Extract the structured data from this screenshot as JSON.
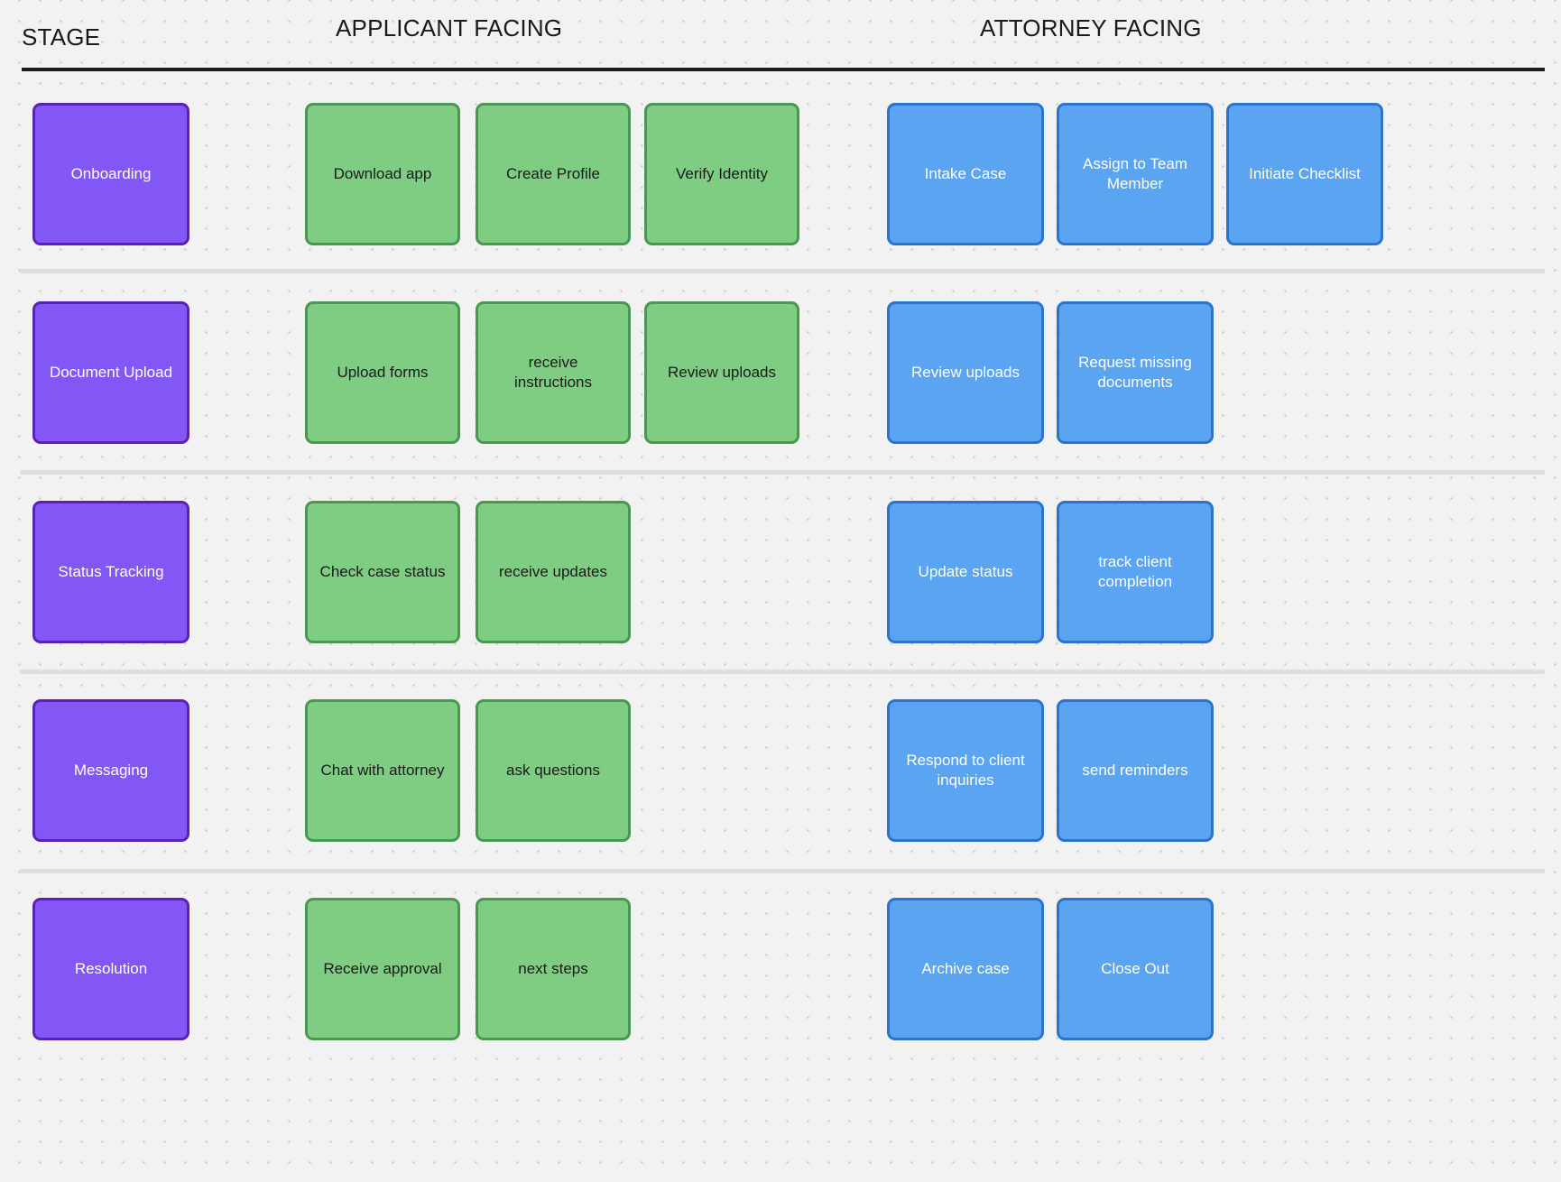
{
  "header": {
    "stage_label": "STAGE",
    "applicant_label": "APPLICANT FACING",
    "attorney_label": "ATTORNEY FACING"
  },
  "colors": {
    "background": "#f2f2f2",
    "grid_dot": "#c9c9c9",
    "header_rule": "#1a1a1a",
    "divider": "#dedede",
    "stage_fill": "#8257f5",
    "stage_border": "#5b21b6",
    "applicant_fill": "#7ecd83",
    "applicant_border": "#4a9850",
    "attorney_fill": "#5aa4f2",
    "attorney_border": "#2b74cc"
  },
  "rows": [
    {
      "stage": "Onboarding",
      "applicant": [
        "Download app",
        "Create Profile",
        "Verify Identity"
      ],
      "attorney": [
        "Intake Case",
        "Assign to Team Member",
        "Initiate Checklist"
      ]
    },
    {
      "stage": "Document Upload",
      "applicant": [
        "Upload forms",
        "receive instructions",
        "Review uploads"
      ],
      "attorney": [
        "Review uploads",
        "Request missing documents"
      ]
    },
    {
      "stage": "Status Tracking",
      "applicant": [
        "Check case status",
        "receive updates"
      ],
      "attorney": [
        "Update status",
        "track client completion"
      ]
    },
    {
      "stage": "Messaging",
      "applicant": [
        "Chat with attorney",
        "ask questions"
      ],
      "attorney": [
        "Respond to client inquiries",
        "send reminders"
      ]
    },
    {
      "stage": "Resolution",
      "applicant": [
        "Receive approval",
        "next steps"
      ],
      "attorney": [
        "Archive case",
        "Close Out"
      ]
    }
  ]
}
